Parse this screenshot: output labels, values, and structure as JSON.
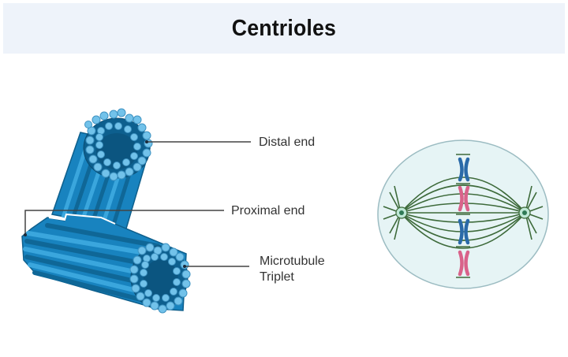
{
  "title": "Centrioles",
  "labels": {
    "distal_end": "Distal end",
    "proximal_end": "Proximal end",
    "microtubule_triplet_line1": "Microtubule",
    "microtubule_triplet_line2": "Triplet"
  },
  "colors": {
    "title_background": "#eef3fa",
    "tube_main": "#1a86c4",
    "tube_dark": "#0d5f8e",
    "tube_light": "#3aa6dd",
    "tube_lumen": "#0b5a84",
    "triplet_bead": "#72c2ea",
    "leader_line": "#444444",
    "cell_fill": "#e6f4f5",
    "cell_outline": "#9cbcc2",
    "spindle_fiber": "#3d6a3a",
    "centrosome": "#bfe8d6",
    "chromosome_blue": "#2a6aa8",
    "chromosome_pink": "#d9628a"
  },
  "cell_diagram": {
    "chromosomes": [
      "blue",
      "pink",
      "blue",
      "pink"
    ]
  }
}
